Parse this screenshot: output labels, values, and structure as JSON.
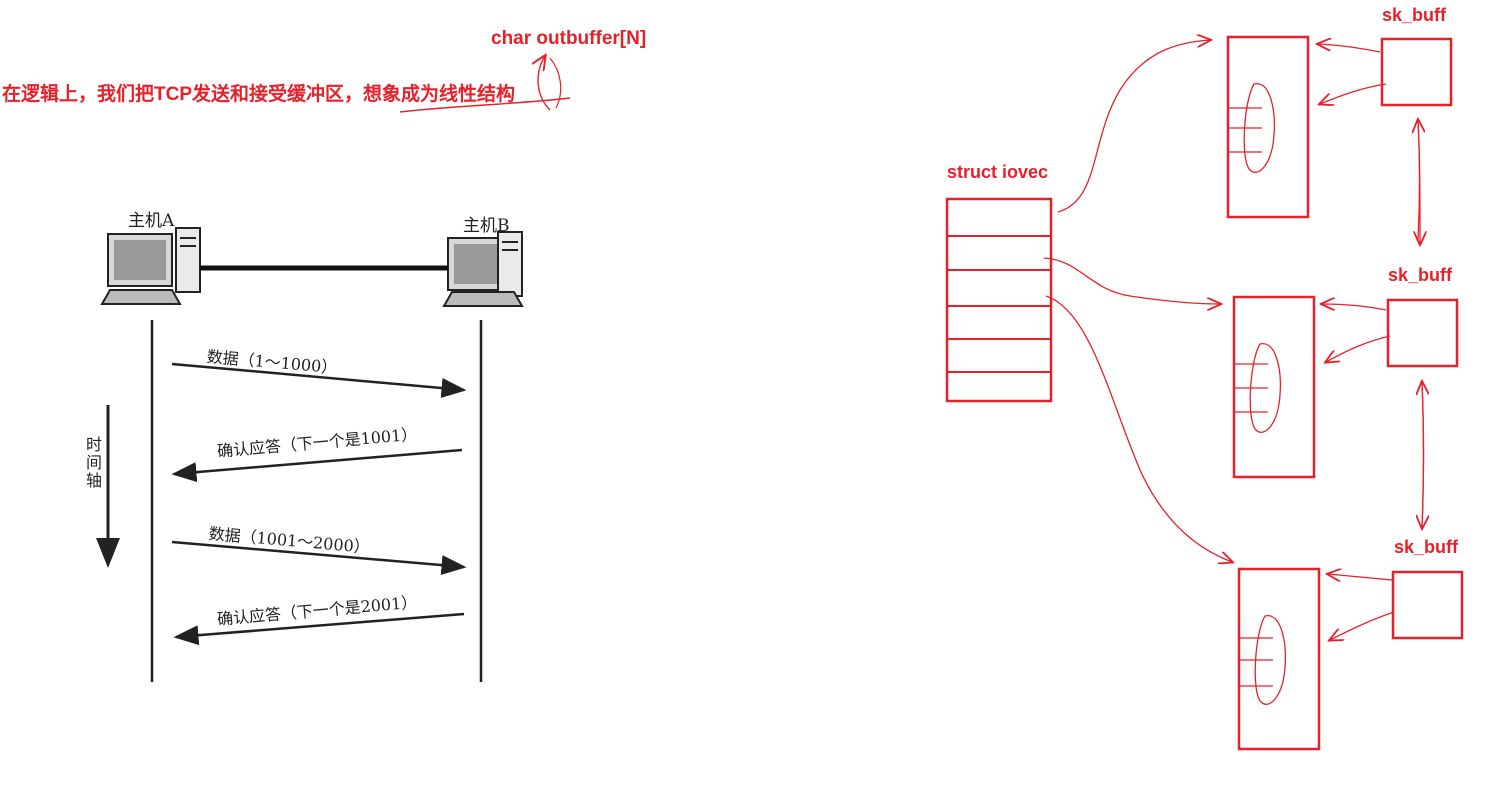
{
  "annotations": {
    "outbuffer": "char outbuffer[N]",
    "linear_note": "在逻辑上，我们把TCP发送和接受缓冲区，想象成为线性结构"
  },
  "tcp_diagram": {
    "host_a": "主机A",
    "host_b": "主机B",
    "time_axis": "时间轴",
    "messages": [
      {
        "label": "数据（1～1000）",
        "direction": "A-to-B"
      },
      {
        "label": "确认应答（下一个是1001）",
        "direction": "B-to-A"
      },
      {
        "label": "数据（1001～2000）",
        "direction": "A-to-B"
      },
      {
        "label": "确认应答（下一个是2001）",
        "direction": "B-to-A"
      }
    ]
  },
  "iovec_diagram": {
    "iovec_label": "struct iovec",
    "iovec_slots": 6,
    "skbuff_labels": [
      "sk_buff",
      "sk_buff",
      "sk_buff"
    ]
  },
  "colors": {
    "annotation_red": "#e8202a",
    "diagram_black": "#222222"
  }
}
